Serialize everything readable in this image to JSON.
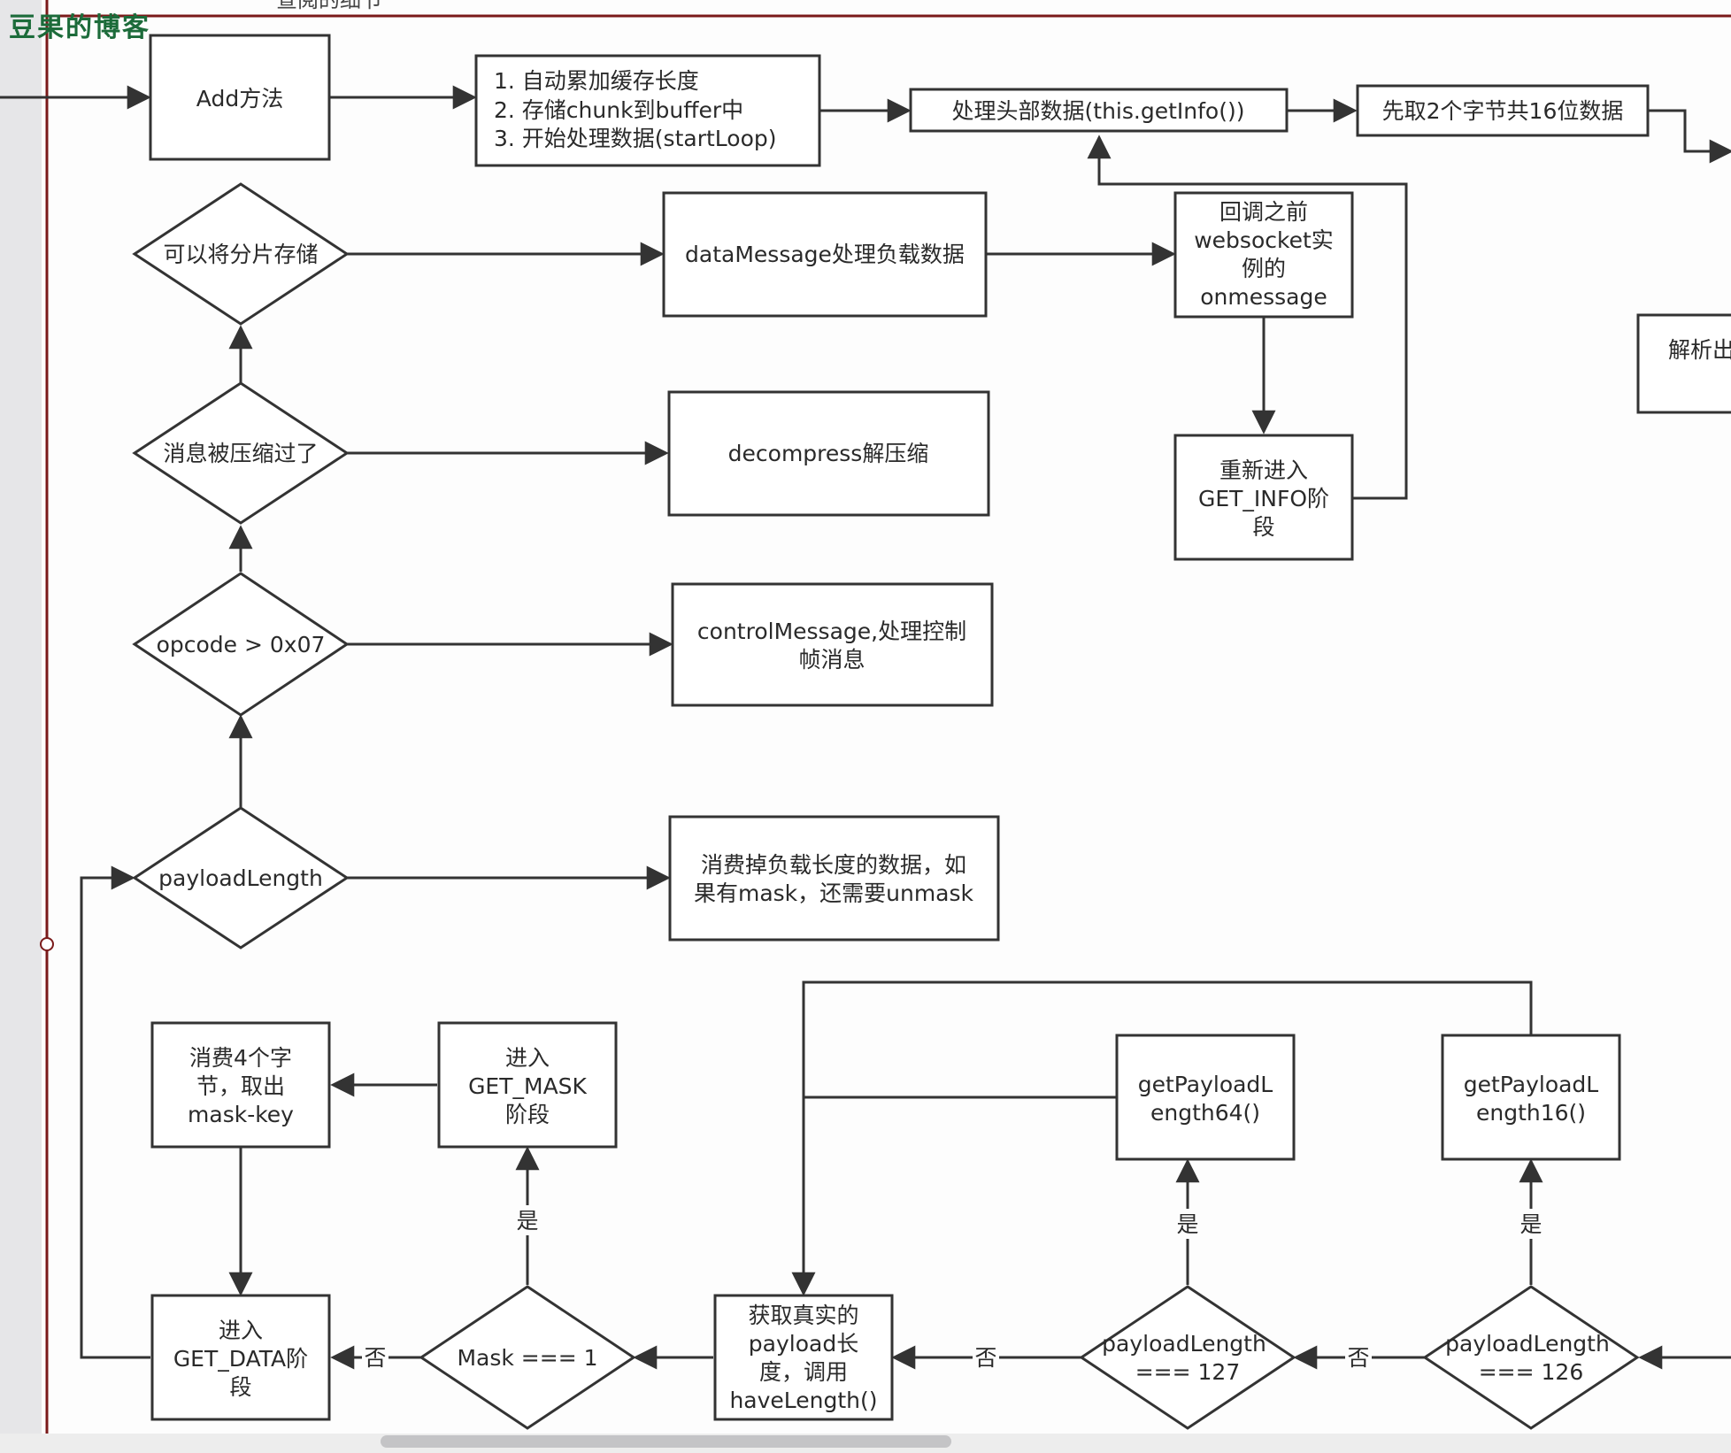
{
  "watermark": "豆果的博客",
  "top_cut_text": "查阅的细节",
  "colors": {
    "stroke": "#333333",
    "text": "#2a2a2a",
    "frame": "#7a1a1a",
    "watermark": "#1c6b3a"
  },
  "nodes": {
    "add": "Add方法",
    "steps": [
      "1. 自动累加缓存长度",
      "2. 存储chunk到buffer中",
      "3. 开始处理数据(startLoop)"
    ],
    "head": "处理头部数据(this.getInfo())",
    "take2": "先取2个字节共16位数据",
    "fragment": "可以将分片存储",
    "dataMessage": "dataMessage处理负载数据",
    "callback": [
      "回调之前",
      "websocket实",
      "例的",
      "onmessage"
    ],
    "parseCut": "解析出",
    "compressed": "消息被压缩过了",
    "decompress": "decompress解压缩",
    "reenter": [
      "重新进入",
      "GET_INFO阶",
      "段"
    ],
    "opcode": "opcode > 0x07",
    "control": [
      "controlMessage,处理控制",
      "帧消息"
    ],
    "payload": "payloadLength",
    "consume": [
      "消费掉负载长度的数据，如",
      "果有mask，还需要unmask"
    ],
    "consume4": [
      "消费4个字",
      "节，取出",
      "mask-key"
    ],
    "getMask": [
      "进入",
      "GET_MASK",
      "阶段"
    ],
    "gp64": [
      "getPayloadL",
      "ength64()"
    ],
    "gp16": [
      "getPayloadL",
      "ength16()"
    ],
    "getData": [
      "进入",
      "GET_DATA阶",
      "段"
    ],
    "mask": "Mask === 1",
    "real": [
      "获取真实的",
      "payload长",
      "度，调用",
      "haveLength()"
    ],
    "pl127": [
      "payloadLength",
      "=== 127"
    ],
    "pl126": [
      "payloadLength",
      "=== 126"
    ]
  },
  "labels": {
    "yes": "是",
    "no": "否"
  }
}
